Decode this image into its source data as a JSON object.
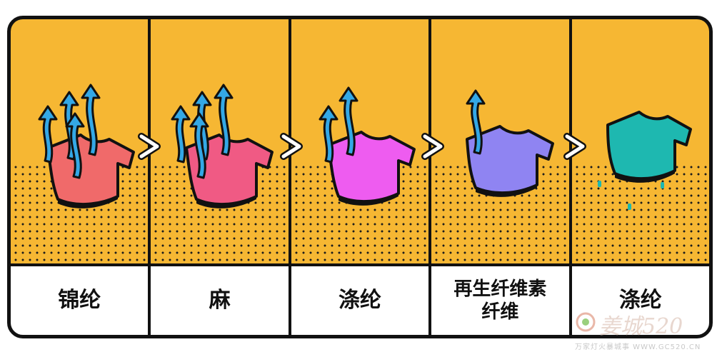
{
  "colors": {
    "background_orange": "#f6b733",
    "outline": "#111111",
    "arrow_blue": "#34a8e6",
    "drop_teal": "#1eb8b0"
  },
  "panels": [
    {
      "label": "锦纶",
      "shirt_color": "#f06a6a",
      "icon": "tshirt-with-heavy-steam-icon"
    },
    {
      "label": "麻",
      "shirt_color": "#f05a84",
      "icon": "tshirt-with-heavy-steam-icon"
    },
    {
      "label": "涤纶",
      "shirt_color": "#ee5cf0",
      "icon": "tshirt-with-medium-steam-icon"
    },
    {
      "label": "再生纤维素纤维",
      "line1": "再生纤维素",
      "line2": "纤维",
      "shirt_color": "#8f84f2",
      "icon": "tshirt-with-light-steam-icon"
    },
    {
      "label": "涤纶",
      "shirt_color": "#1eb8b0",
      "icon": "tshirt-with-drips-icon"
    }
  ],
  "comparator": ">",
  "watermark": {
    "text": "520",
    "prefix": "姜城",
    "sub": "万家灯火暴城事 WWW.GC520.CN"
  }
}
